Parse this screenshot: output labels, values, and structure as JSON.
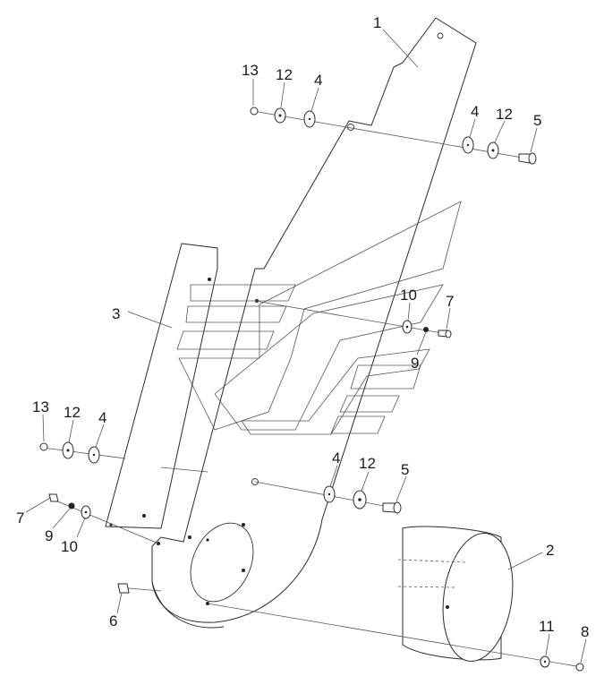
{
  "callouts": {
    "c1": "1",
    "c2": "2",
    "c3": "3",
    "c4a": "4",
    "c4b": "4",
    "c4c": "4",
    "c4d": "4",
    "c5a": "5",
    "c5b": "5",
    "c6": "6",
    "c7a": "7",
    "c7b": "7",
    "c8": "8",
    "c9a": "9",
    "c9b": "9",
    "c10a": "10",
    "c10b": "10",
    "c11": "11",
    "c12a": "12",
    "c12b": "12",
    "c12c": "12",
    "c12d": "12",
    "c13a": "13",
    "c13b": "13"
  }
}
